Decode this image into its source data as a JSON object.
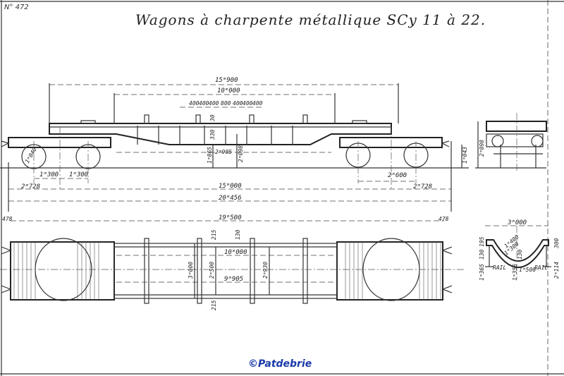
{
  "drawing_number": "N° 472",
  "title": "Wagons à charpente métallique SCy 11 à 22.",
  "credit": "©Patdebrie",
  "elevation": {
    "overall_frame": "15ᵐ900",
    "centre_well": "10ᵐ000",
    "spacings": [
      "400",
      "400",
      "400",
      "800",
      "400",
      "400",
      "400"
    ],
    "small_30": "30",
    "beam_330": "330",
    "height_1865": "1ᵐ865",
    "height_2905": "2ᵐ905",
    "height_2098": "2ᵐ098",
    "wheel_dia": "1ᵐ040",
    "left_axle_1": "1ᵐ300",
    "left_axle_2": "1ᵐ300",
    "left_overhang": "2ᵐ728",
    "right_wheelbase": "2ᵐ600",
    "right_overhang": "2ᵐ728",
    "bogie_centres": "15ᵐ000",
    "overall_length": "20ᵐ456",
    "buffer_height": "1ᵐ043"
  },
  "end_view": {
    "height": "2ᵐ098"
  },
  "plan": {
    "buffer_left": "478",
    "length_frame": "19ᵐ500",
    "buffer_right": "478",
    "top_215": "215",
    "top_130": "130",
    "well_length": "10ᵐ000",
    "inner_length": "9ᵐ905",
    "width_3000": "3ᵐ000",
    "width_2500": "2ᵐ500",
    "width_2930": "2ᵐ930",
    "bottom_215": "215"
  },
  "section": {
    "width": "3ᵐ000",
    "radius": "1ᵐ400",
    "radius2": "1ᵐ300",
    "depth_130": "130",
    "d195": "195",
    "d130": "130",
    "h1365": "1ᵐ365",
    "h1355": "1ᵐ355",
    "span": "1ᵐ500",
    "h2114": "2ᵐ114",
    "h300": "300",
    "rail_l": "RAIL",
    "rail_r": "RAIL"
  }
}
